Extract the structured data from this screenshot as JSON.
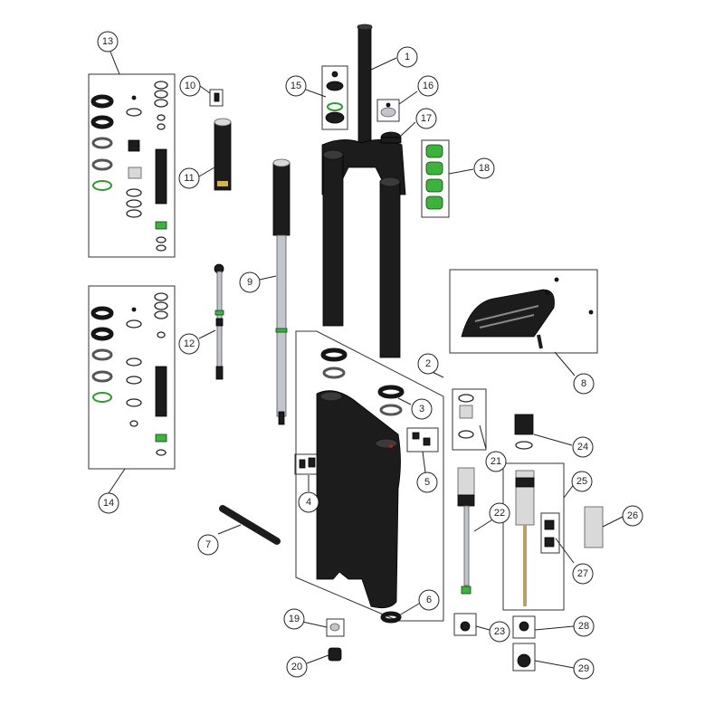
{
  "callouts": [
    {
      "id": "1",
      "label": "1"
    },
    {
      "id": "2",
      "label": "2"
    },
    {
      "id": "3",
      "label": "3"
    },
    {
      "id": "4",
      "label": "4"
    },
    {
      "id": "5",
      "label": "5"
    },
    {
      "id": "6",
      "label": "6"
    },
    {
      "id": "7",
      "label": "7"
    },
    {
      "id": "8",
      "label": "8"
    },
    {
      "id": "9",
      "label": "9"
    },
    {
      "id": "10",
      "label": "10"
    },
    {
      "id": "11",
      "label": "11"
    },
    {
      "id": "12",
      "label": "12"
    },
    {
      "id": "13",
      "label": "13"
    },
    {
      "id": "14",
      "label": "14"
    },
    {
      "id": "15",
      "label": "15"
    },
    {
      "id": "16",
      "label": "16"
    },
    {
      "id": "17",
      "label": "17"
    },
    {
      "id": "18",
      "label": "18"
    },
    {
      "id": "19",
      "label": "19"
    },
    {
      "id": "20",
      "label": "20"
    },
    {
      "id": "21",
      "label": "21"
    },
    {
      "id": "22",
      "label": "22"
    },
    {
      "id": "23",
      "label": "23"
    },
    {
      "id": "24",
      "label": "24"
    },
    {
      "id": "25",
      "label": "25"
    },
    {
      "id": "26",
      "label": "26"
    },
    {
      "id": "27",
      "label": "27"
    },
    {
      "id": "28",
      "label": "28"
    },
    {
      "id": "29",
      "label": "29"
    }
  ],
  "colors": {
    "part_dark": "#1c1c1c",
    "part_silver": "#c2c6cc",
    "part_green": "#3db33d",
    "line": "#222222",
    "background": "#ffffff"
  }
}
